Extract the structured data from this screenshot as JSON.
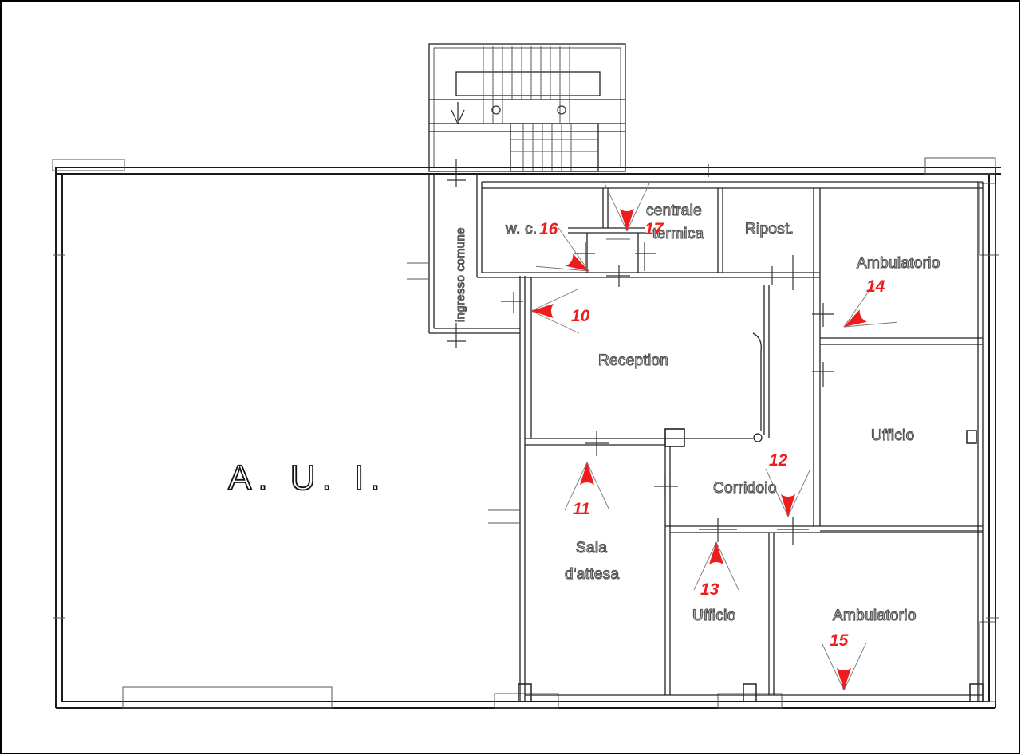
{
  "colors": {
    "marker": "#ee1c1c",
    "wall": "#1a1a1a"
  },
  "labels": {
    "aui": "A. U. I.",
    "wc": "w. c.",
    "centrale": "centrale",
    "termica": "termica",
    "ripost": "Ripost.",
    "ambulatorio_top": "Ambulatorio",
    "reception": "Reception",
    "ufficio_right": "Ufficio",
    "corridoio": "Corridoio",
    "sala": "Sala",
    "attesa": "d'attesa",
    "ufficio_bottom": "Ufficio",
    "ambulatorio_bottom": "Ambulatorio",
    "ingresso": "ingresso comune"
  },
  "markers": [
    {
      "id": "m10",
      "number": "10",
      "direction": "left"
    },
    {
      "id": "m11",
      "number": "11",
      "direction": "up"
    },
    {
      "id": "m12",
      "number": "12",
      "direction": "down"
    },
    {
      "id": "m13",
      "number": "13",
      "direction": "up"
    },
    {
      "id": "m14",
      "number": "14",
      "direction": "down-left"
    },
    {
      "id": "m15",
      "number": "15",
      "direction": "down"
    },
    {
      "id": "m16",
      "number": "16",
      "direction": "down-right"
    },
    {
      "id": "m17",
      "number": "17",
      "direction": "down"
    }
  ]
}
